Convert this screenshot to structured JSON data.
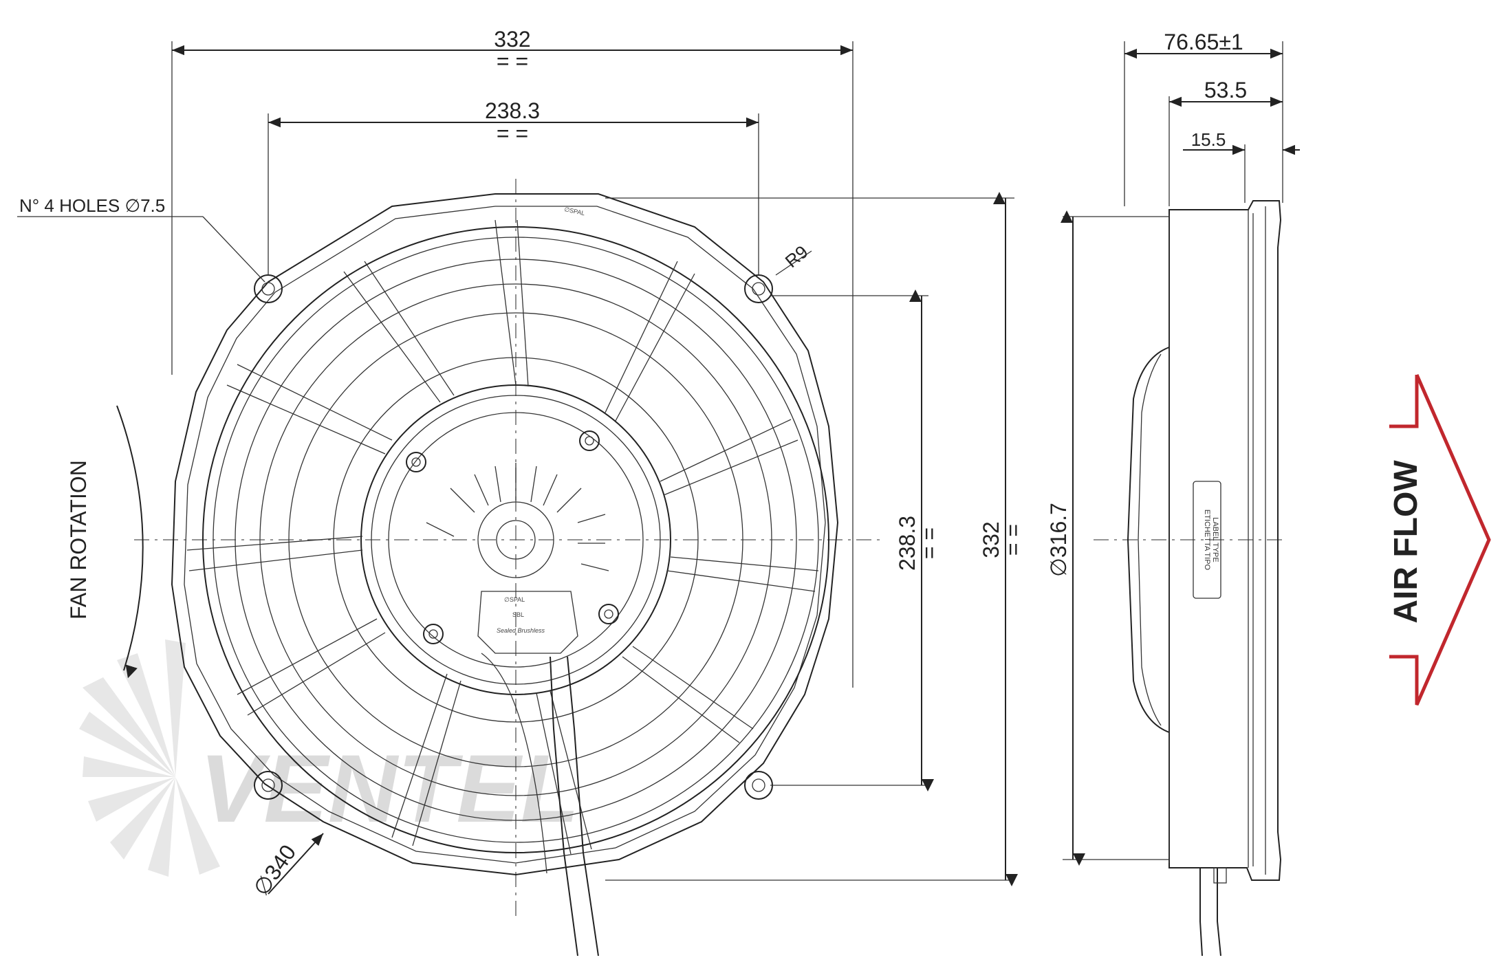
{
  "front_view": {
    "width_overall": "332",
    "width_overall_sym": "= =",
    "hole_spacing_h": "238.3",
    "hole_spacing_h_sym": "= =",
    "holes_note": "N° 4 HOLES ∅7.5",
    "radius": "R9",
    "hole_spacing_v": "238.3",
    "hole_spacing_v_sym": "= =",
    "height_overall": "332",
    "height_overall_sym": "= =",
    "swept_diameter": "∅340",
    "rotation_label": "FAN ROTATION",
    "hub_brand": "∅SPAL",
    "hub_mark": "SBL",
    "hub_logo": "Sealed Brushless",
    "rim_brand": "∅SPAL"
  },
  "side_view": {
    "depth_overall": "76.65±1",
    "depth_mid": "53.5",
    "depth_flange": "15.5",
    "diameter": "∅316.7",
    "label_line1": "ETICHETTA TIPO",
    "label_line2": "LABEL TYPE"
  },
  "airflow": {
    "label": "AIR FLOW",
    "arrow_color": "#c1272d"
  },
  "watermark": {
    "text": "VENTEL",
    "color": "#9a9a9a"
  }
}
